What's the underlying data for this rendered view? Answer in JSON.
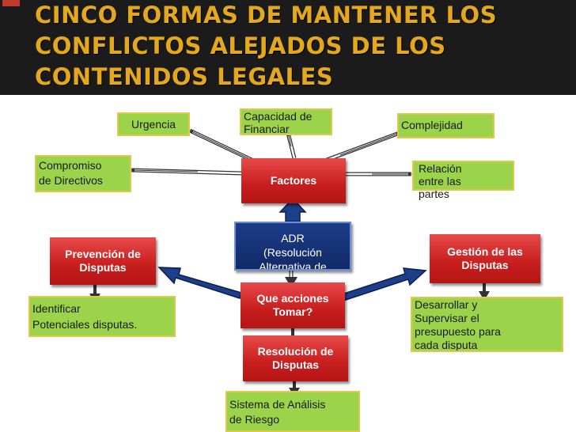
{
  "slide": {
    "title": "CINCO FORMAS  DE MANTENER LOS\nCONFLICTOS ALEJADOS DE LOS\nCONTENIDOS LEGALES"
  },
  "nodes": {
    "urgencia": "Urgencia",
    "capacidad": "Capacidad de\nFinanciar",
    "complejidad": "Complejidad",
    "compromiso": "Compromiso\nde Directivos",
    "factores": "Factores",
    "relacion": "Relación\nentre las\npartes",
    "adr": "ADR\n(Resolución\nAlternativa de\nConflictos)",
    "prevencion": "Prevención de\nDisputas",
    "gestion": "Gestión de las\nDisputas",
    "que_acciones": "Que acciones\nTomar?",
    "identificar": "Identificar\nPotenciales disputas.",
    "desarrollar": "Desarrollar y\nSupervisar el\npresupuesto para\ncada disputa",
    "resolucion": "Resolución de\nDisputas",
    "sistema": "Sistema de Análisis\nde Riesgo"
  },
  "colors": {
    "header_bg": "#1b1b1b",
    "title": "#e3a81c",
    "green_box": "#9bd34a",
    "green_border": "#e0c84c",
    "red_box": "#c71d1d",
    "blue_box": "#112a66",
    "arrow_fill": "#1c3f8a",
    "line": "#333333"
  }
}
